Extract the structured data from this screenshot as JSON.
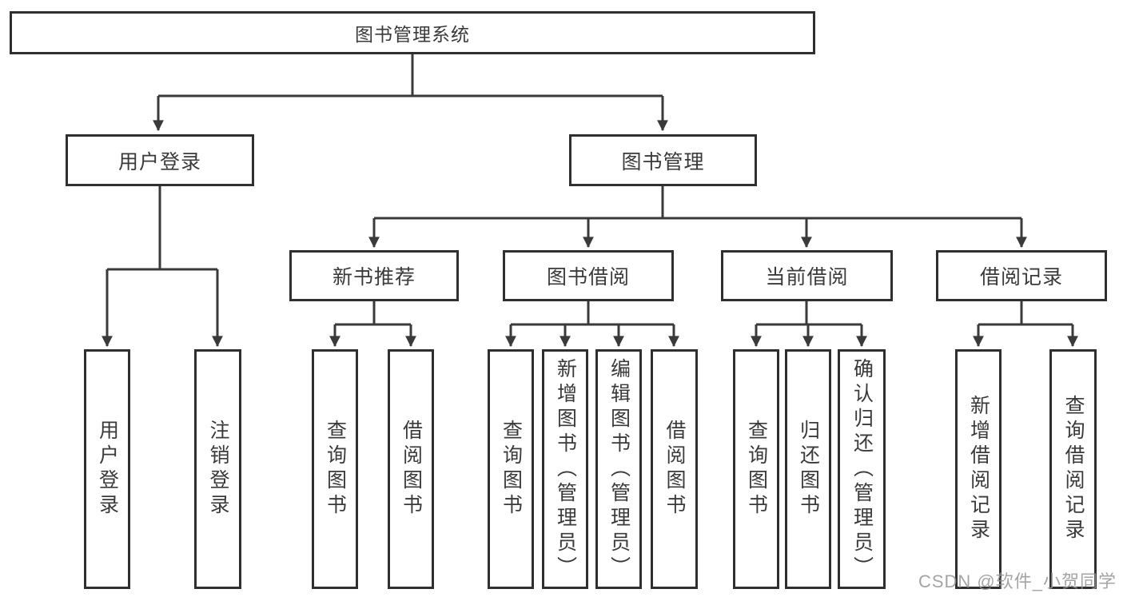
{
  "diagram": {
    "title": "图书管理系统",
    "watermark": "CSDN @软件_小贺同学",
    "colors": {
      "line": "#3a3a3a",
      "box_border": "#2f2f2f",
      "box_fill": "#ffffff",
      "text": "#3a3a3a",
      "watermark": "#949494"
    },
    "nodes": {
      "root": "图书管理系统",
      "level2": [
        {
          "label": "用户登录"
        },
        {
          "label": "图书管理"
        }
      ],
      "login_children": [
        "用户登录",
        "注销登录"
      ],
      "modules": [
        {
          "label": "新书推荐",
          "children": [
            "查询图书",
            "借阅图书"
          ]
        },
        {
          "label": "图书借阅",
          "children": [
            "查询图书",
            "新增图书（管理员）",
            "编辑图书（管理员）",
            "借阅图书"
          ]
        },
        {
          "label": "当前借阅",
          "children": [
            "查询图书",
            "归还图书",
            "确认归还（管理员）"
          ]
        },
        {
          "label": "借阅记录",
          "children": [
            "新增借阅记录",
            "查询借阅记录"
          ]
        }
      ]
    }
  }
}
